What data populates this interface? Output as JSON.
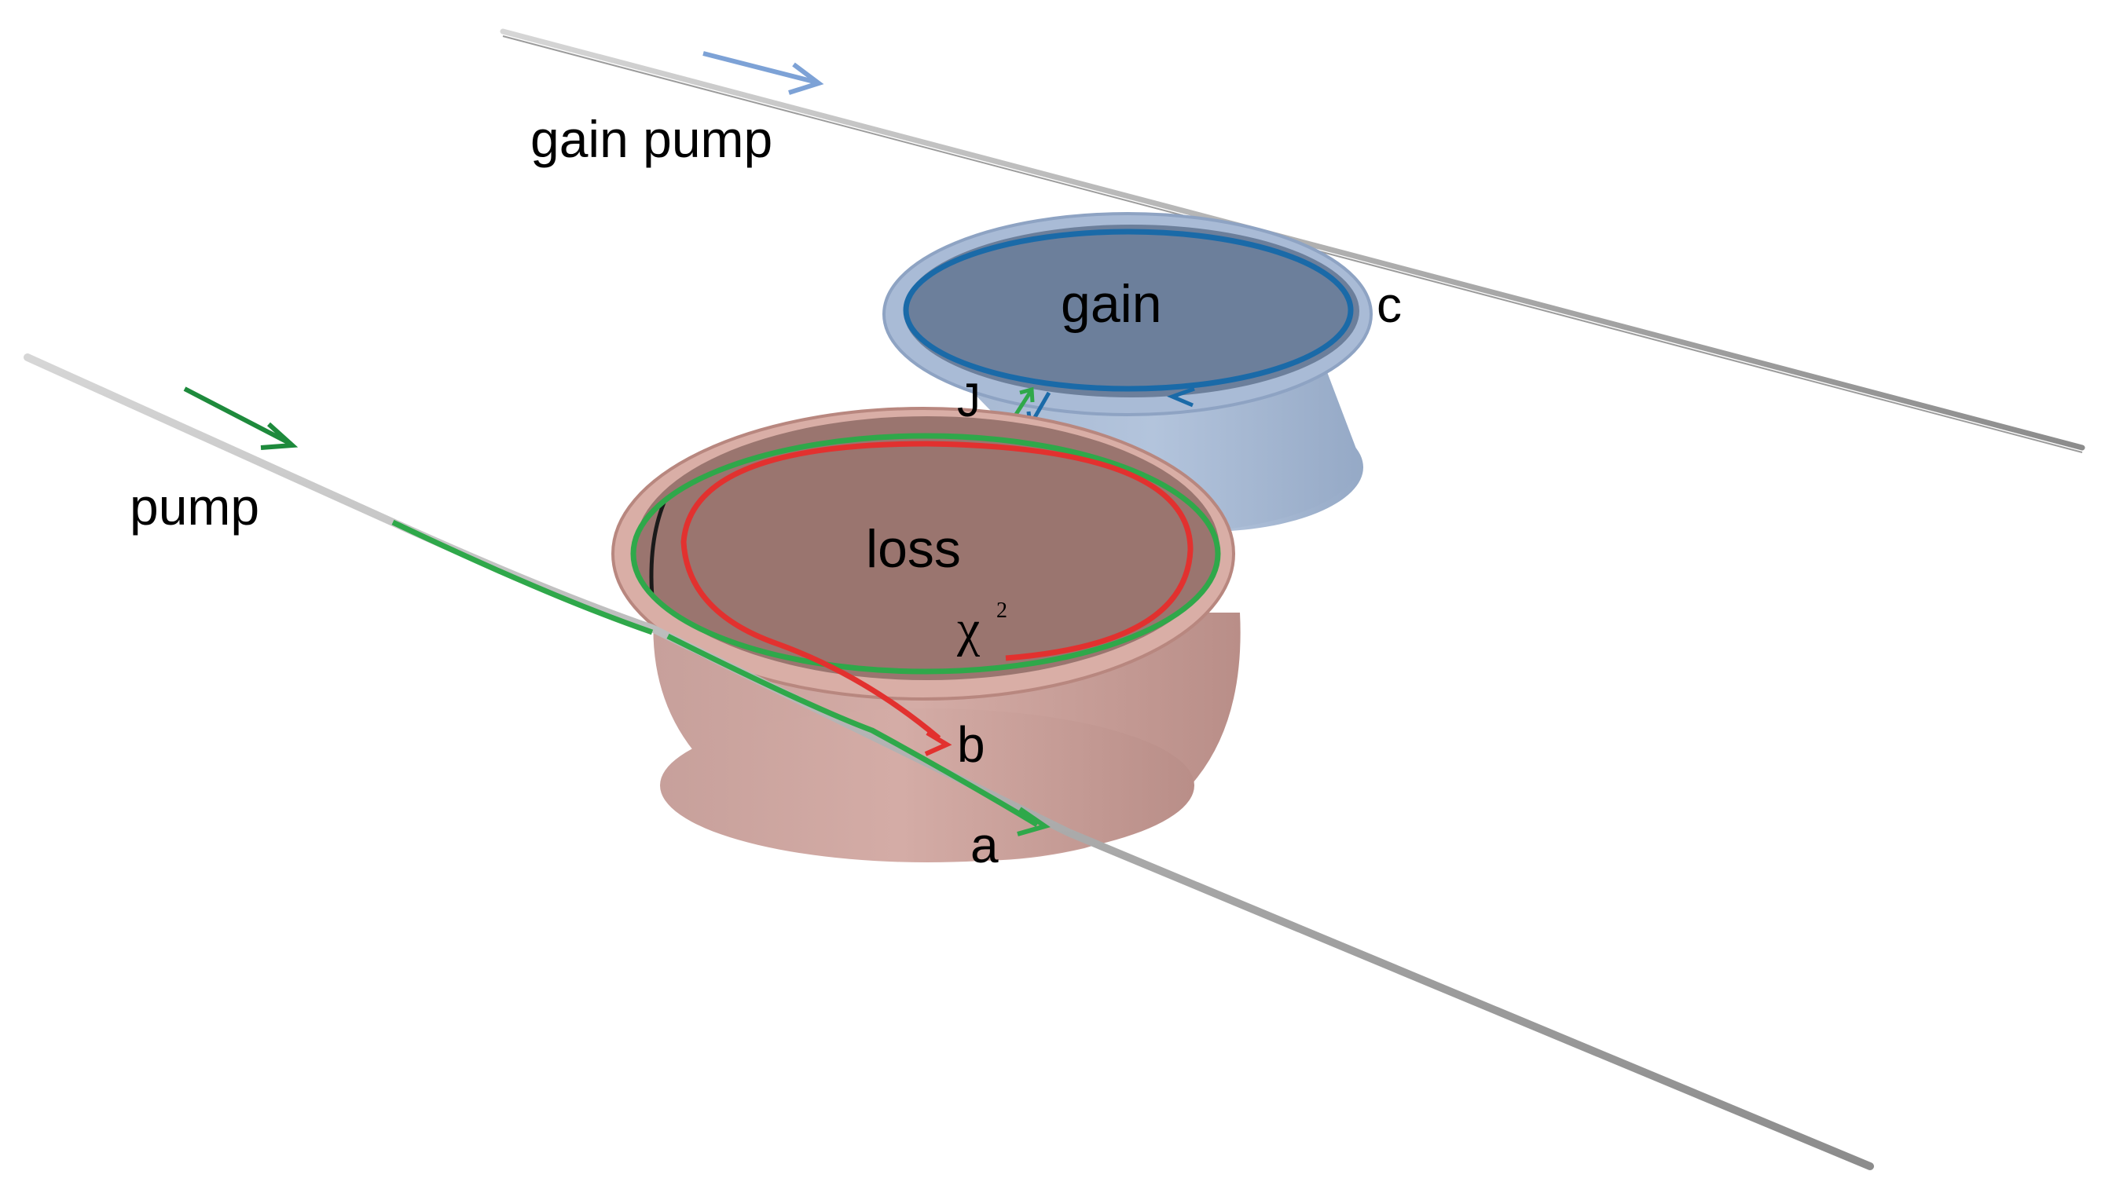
{
  "labels": {
    "gain_pump": "gain pump",
    "pump": "pump",
    "gain": "gain",
    "loss": "loss",
    "chi": "χ",
    "chi_exp": "2",
    "a": "a",
    "b": "b",
    "c": "c",
    "J": "J"
  },
  "colors": {
    "gain_resonator": "#6c7f9b",
    "gain_resonator_rim": "#a9bbd6",
    "gain_mode": "#1a6aa8",
    "gain_pump_arrow": "#7da2d6",
    "loss_resonator": "#9a756f",
    "loss_resonator_rim": "#d9aea6",
    "loss_mode": "#e2312f",
    "pump_mode": "#2fa84a",
    "pump_arrow": "#1e8a3c",
    "waveguide": "#a9a9a9"
  }
}
